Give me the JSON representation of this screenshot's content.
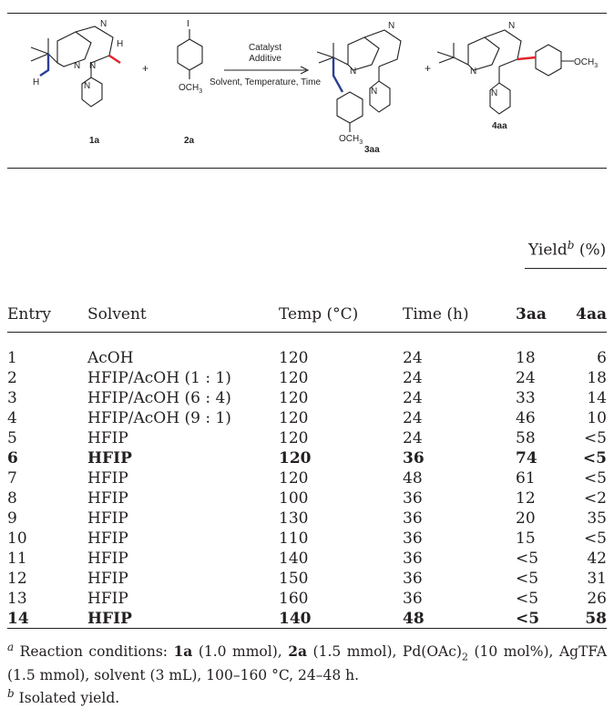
{
  "scheme": {
    "labels": {
      "r1": "1a",
      "r2": "2a",
      "p1": "3aa",
      "p2": "4aa"
    },
    "plus": "+",
    "arrow_top1": "Catalyst",
    "arrow_top2": "Additive",
    "arrow_bottom": "Solvent, Temperature, Time",
    "atoms": {
      "N": "N",
      "H": "H",
      "I": "I",
      "OCH3": "OCH",
      "sub3": "3"
    }
  },
  "table": {
    "yield_label": "Yield",
    "yield_sup": "b",
    "yield_unit": " (%)",
    "headers": [
      "Entry",
      "Solvent",
      "Temp (°C)",
      "Time (h)",
      "3aa",
      "4aa"
    ],
    "rows": [
      {
        "entry": "1",
        "solvent": "AcOH",
        "temp": "120",
        "time": "24",
        "y3aa": "18",
        "y4aa": "6",
        "bold": false
      },
      {
        "entry": "2",
        "solvent": "HFIP/AcOH (1 : 1)",
        "temp": "120",
        "time": "24",
        "y3aa": "24",
        "y4aa": "18",
        "bold": false
      },
      {
        "entry": "3",
        "solvent": "HFIP/AcOH (6 : 4)",
        "temp": "120",
        "time": "24",
        "y3aa": "33",
        "y4aa": "14",
        "bold": false
      },
      {
        "entry": "4",
        "solvent": "HFIP/AcOH (9 : 1)",
        "temp": "120",
        "time": "24",
        "y3aa": "46",
        "y4aa": "10",
        "bold": false
      },
      {
        "entry": "5",
        "solvent": "HFIP",
        "temp": "120",
        "time": "24",
        "y3aa": "58",
        "y4aa": "<5",
        "bold": false
      },
      {
        "entry": "6",
        "solvent": "HFIP",
        "temp": "120",
        "time": "36",
        "y3aa": "74",
        "y4aa": "<5",
        "bold": true
      },
      {
        "entry": "7",
        "solvent": "HFIP",
        "temp": "120",
        "time": "48",
        "y3aa": "61",
        "y4aa": "<5",
        "bold": false
      },
      {
        "entry": "8",
        "solvent": "HFIP",
        "temp": "100",
        "time": "36",
        "y3aa": "12",
        "y4aa": "<2",
        "bold": false
      },
      {
        "entry": "9",
        "solvent": "HFIP",
        "temp": "130",
        "time": "36",
        "y3aa": "20",
        "y4aa": "35",
        "bold": false
      },
      {
        "entry": "10",
        "solvent": "HFIP",
        "temp": "110",
        "time": "36",
        "y3aa": "15",
        "y4aa": "<5",
        "bold": false
      },
      {
        "entry": "11",
        "solvent": "HFIP",
        "temp": "140",
        "time": "36",
        "y3aa": "<5",
        "y4aa": "42",
        "bold": false
      },
      {
        "entry": "12",
        "solvent": "HFIP",
        "temp": "150",
        "time": "36",
        "y3aa": "<5",
        "y4aa": "31",
        "bold": false
      },
      {
        "entry": "13",
        "solvent": "HFIP",
        "temp": "160",
        "time": "36",
        "y3aa": "<5",
        "y4aa": "26",
        "bold": false
      },
      {
        "entry": "14",
        "solvent": "HFIP",
        "temp": "140",
        "time": "48",
        "y3aa": "<5",
        "y4aa": "58",
        "bold": true
      }
    ]
  },
  "footnotes": {
    "a_mark": "a",
    "a_t1": " Reaction conditions: ",
    "a_1a": "1a",
    "a_t2": " (1.0 mmol), ",
    "a_2a": "2a",
    "a_t3": " (1.5 mmol), Pd(OAc)",
    "a_sub2": "2",
    "a_t4": " (10 mol%), AgTFA (1.5 mmol), solvent (3 mL), 100–160 °C, 24–48 h.",
    "b_mark": "b",
    "b_text": " Isolated yield."
  },
  "colors": {
    "blue_bond": "#2b3f94",
    "red_bond": "#e3242b",
    "text": "#231f20"
  }
}
